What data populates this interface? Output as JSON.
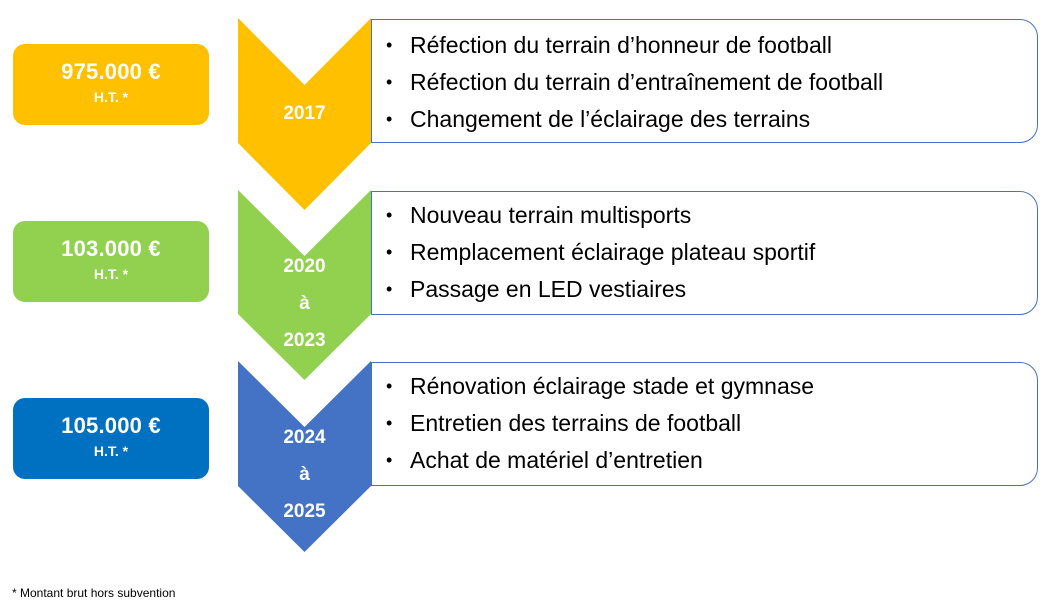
{
  "colors": {
    "yellow": "#FFC000",
    "green": "#92D050",
    "blue_chevron": "#4472C4",
    "blue_money": "#0070C0",
    "box_border": "#4472C4"
  },
  "phases": [
    {
      "amount": "975.000 €",
      "tax_note": "H.T. *",
      "period_lines": [
        "2017"
      ],
      "items": [
        "Réfection du terrain d’honneur de football",
        "Réfection du terrain d’entraînement de football",
        "Changement de l’éclairage des terrains"
      ]
    },
    {
      "amount": "103.000 €",
      "tax_note": "H.T. *",
      "period_lines": [
        "2020",
        "à",
        "2023"
      ],
      "items": [
        "Nouveau terrain multisports",
        "Remplacement éclairage plateau sportif",
        "Passage en LED vestiaires"
      ]
    },
    {
      "amount": "105.000 €",
      "tax_note": "H.T. *",
      "period_lines": [
        "2024",
        "à",
        "2025"
      ],
      "items": [
        "Rénovation éclairage stade et gymnase",
        "Entretien des terrains de football",
        "Achat de matériel d’entretien"
      ]
    }
  ],
  "bullet_glyph": "•",
  "footnote": "* Montant brut hors subvention"
}
